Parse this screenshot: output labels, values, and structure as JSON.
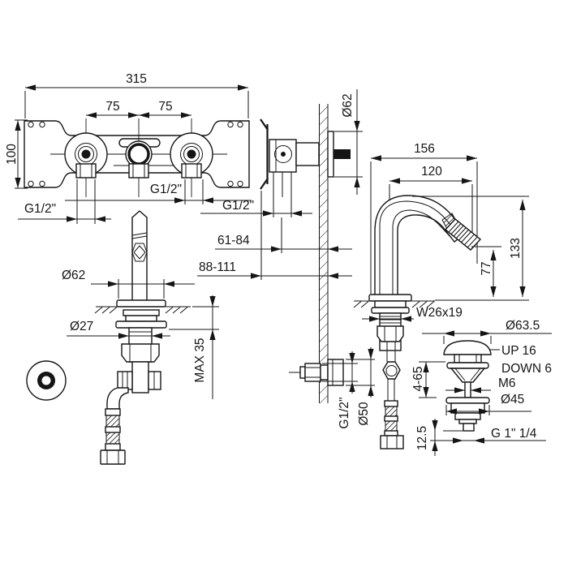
{
  "colors": {
    "ink": "#151515",
    "paper": "#ffffff"
  },
  "labels": {
    "front_width": "315",
    "front_spacing_left": "75",
    "front_spacing_right": "75",
    "front_height": "100",
    "front_thread_left": "G1/2\"",
    "front_thread_right": "G1/2\"",
    "side_thread": "G1/2\"",
    "side_escutcheon": "Ø62",
    "depth_to_thread": "61-84",
    "depth_to_bracket": "88-111",
    "valve_escutcheon": "Ø62",
    "valve_shank": "Ø27",
    "valve_max_deck": "MAX 35",
    "spout_reach_total": "156",
    "spout_reach": "120",
    "spout_height": "133",
    "spout_outlet_height": "77",
    "spout_shank_thread": "W26x19",
    "outlet_thread": "G1/2\"",
    "outlet_escutcheon": "Ø50",
    "drain_cap": "Ø63.5",
    "drain_up": "UP 16",
    "drain_down": "DOWN 6",
    "drain_screw": "M6",
    "drain_flange": "Ø45",
    "drain_thread": "G 1\" 1/4",
    "drain_clamp_range": "4-65",
    "drain_offset": "12.5"
  }
}
